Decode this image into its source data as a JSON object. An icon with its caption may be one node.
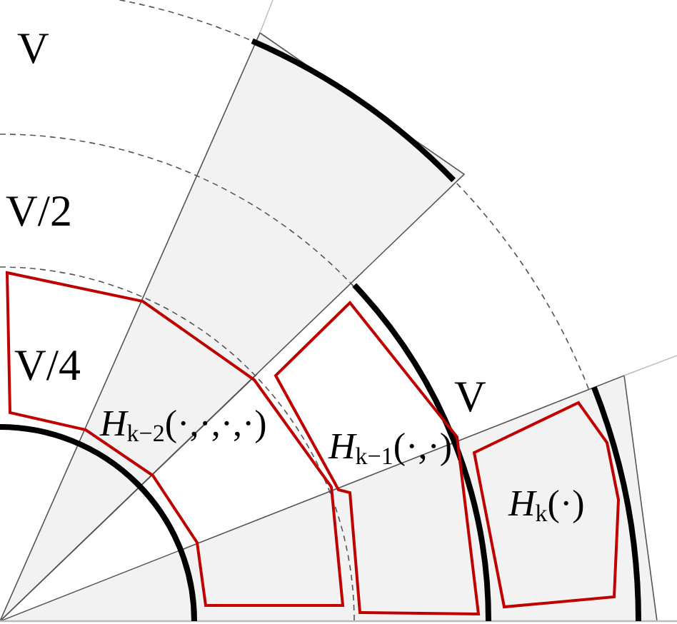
{
  "diagram": {
    "nodes": [
      {
        "text": [
          "*H*$_{k−2}$(·,·,·,·)"
        ]
      },
      {
        "text": [
          "*H*$_{k−1}$(·,·)"
        ]
      },
      {
        "text": [
          "*H*$_{k}$(·)"
        ]
      }
    ],
    "labels": [
      "V",
      "V/2",
      "V/4",
      "V"
    ]
  }
}
